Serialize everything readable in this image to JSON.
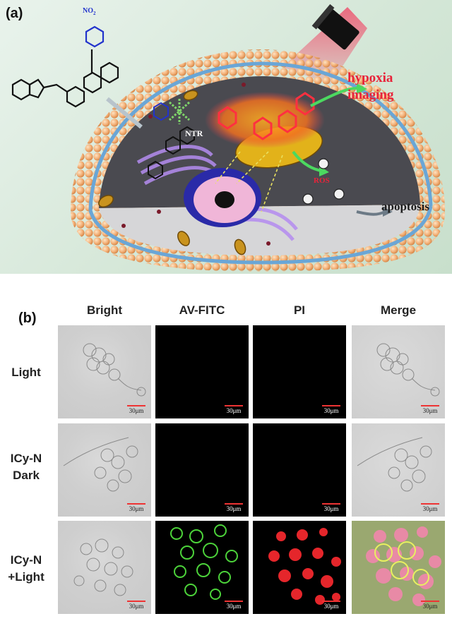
{
  "panel_a": {
    "label": "(a)",
    "callouts": {
      "no2": "NO",
      "no2_sub": "2",
      "ntr": "NTR",
      "hypoxia": "hypoxia",
      "imaging": "imaging",
      "ros": "ROS",
      "apoptosis": "apoptosis"
    }
  },
  "panel_b": {
    "label": "(b)",
    "columns": [
      "Bright",
      "AV-FITC",
      "PI",
      "Merge"
    ],
    "rows": [
      {
        "line1": "Light",
        "line2": ""
      },
      {
        "line1": "ICy-N",
        "line2": "Dark"
      },
      {
        "line1": "ICy-N",
        "line2": "+Light"
      }
    ],
    "scale_bar_text": "30μm",
    "colors": {
      "green_stain": "#4cd33a",
      "red_stain": "#e5262b",
      "scale_bar": "#ee3333"
    }
  }
}
